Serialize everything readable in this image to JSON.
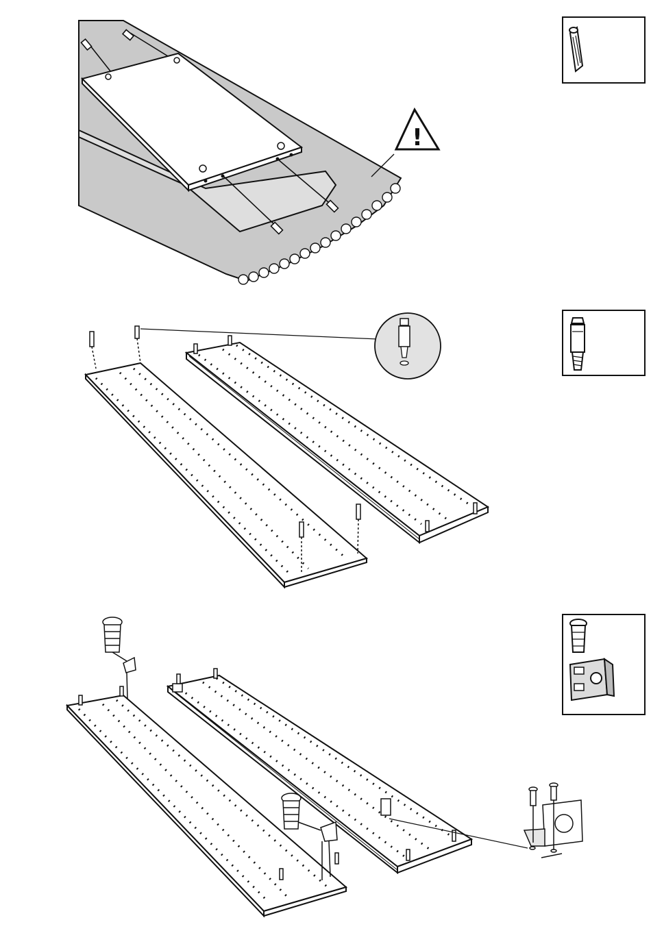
{
  "document": {
    "kind": "assembly-instructions",
    "steps": [
      {
        "id": "step-1",
        "warning_symbol": "!",
        "part_icon": "wooden-dowel-icon"
      },
      {
        "id": "step-2",
        "part_icon": "cam-bolt-icon",
        "callout_icon": "cam-bolt-detail-icon"
      },
      {
        "id": "step-3",
        "part_icons": [
          "expansion-plug-icon",
          "angle-bracket-icon"
        ],
        "callout_icon": "bracket-screw-detail-icon"
      }
    ]
  },
  "colors": {
    "line": "#111111",
    "rug": "#c9c9c9",
    "rug_inner": "#d9d9d9",
    "panel": "#ffffff",
    "callout_dots": "#d4d4d4"
  }
}
